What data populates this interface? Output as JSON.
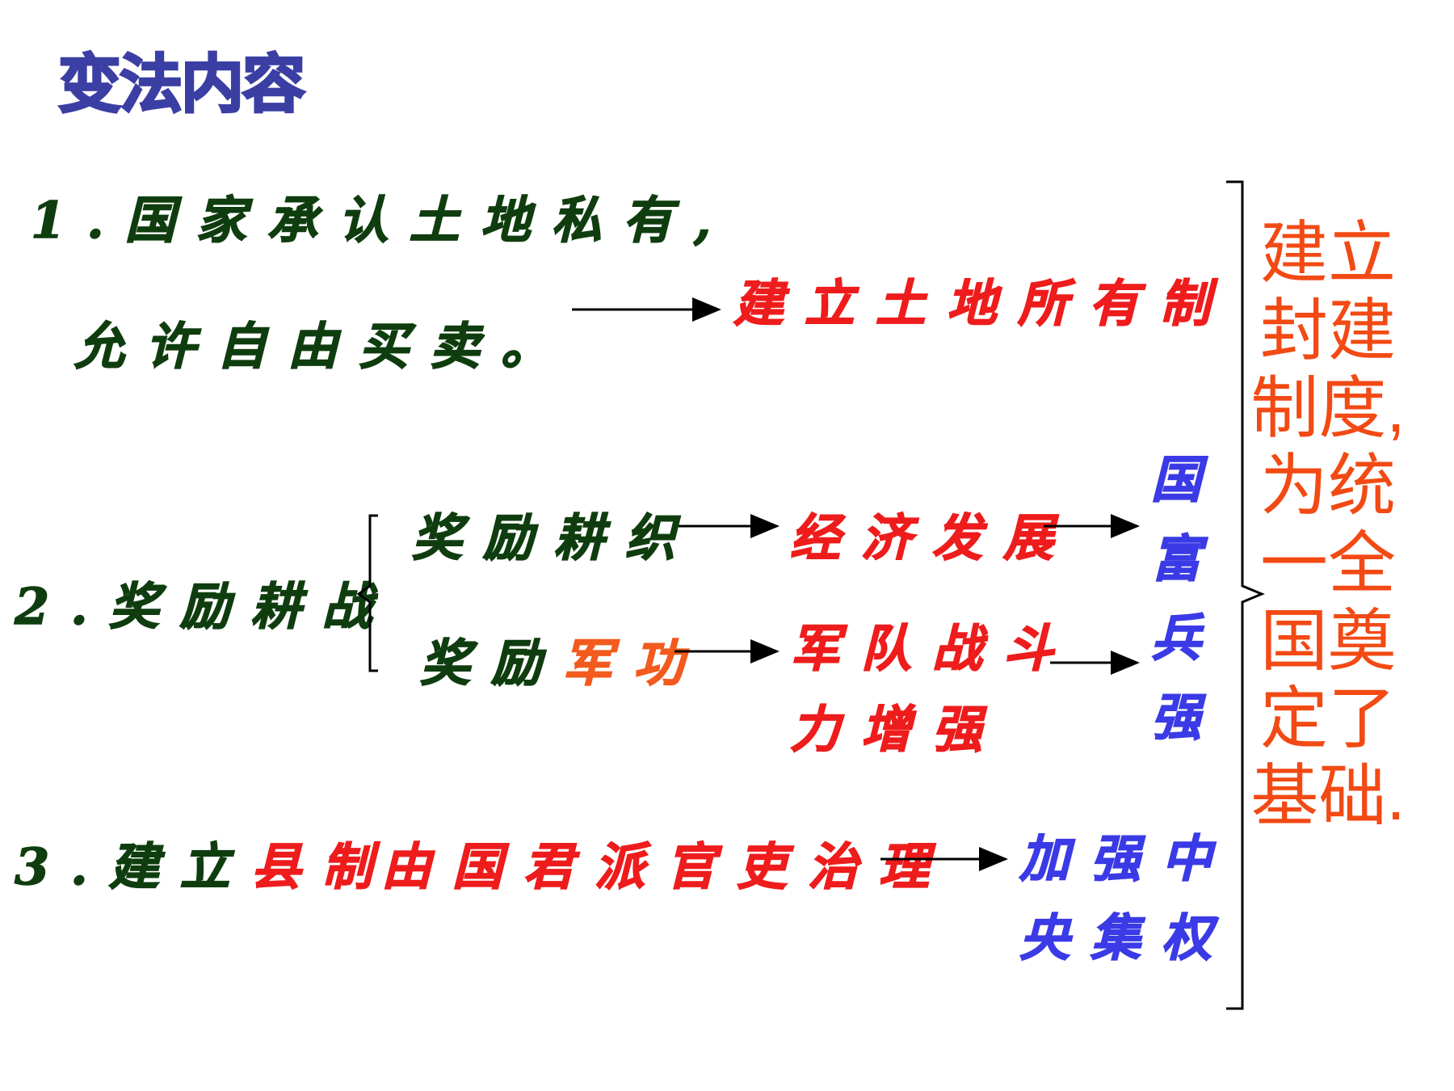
{
  "title": "变法内容",
  "item1": {
    "line1": "1.国家承认土地私有,",
    "line2": "允许自由买卖。",
    "result": "建立土地所有制"
  },
  "item2": {
    "label": "2.奖励耕战",
    "branch_a": {
      "text": "奖励耕织",
      "result": "经济发展"
    },
    "branch_b": {
      "prefix": "奖励",
      "highlight": "军功",
      "result_line1": "军队战斗",
      "result_line2": "力增强"
    },
    "outcome_chars": [
      "国",
      "富",
      "兵",
      "强"
    ]
  },
  "item3": {
    "prefix": "3.建立",
    "highlight": "县制",
    "detail": "由国君派官吏治理",
    "result_line1": "加强中",
    "result_line2": "央集权"
  },
  "conclusion": "建立封建制度,为统一全国奠定了基础.",
  "colors": {
    "title": "#3b3fa3",
    "dark_green": "#0f3d0f",
    "red": "#ee1c1c",
    "orange": "#f25a1e",
    "blue": "#3a3ae6"
  }
}
